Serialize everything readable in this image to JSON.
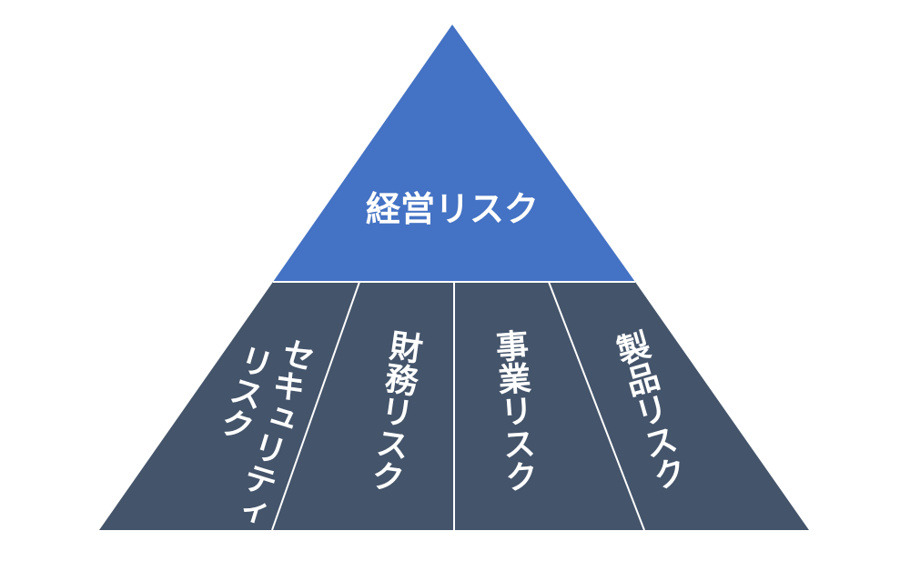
{
  "colors": {
    "apex": "#4472C4",
    "base": "#44546A",
    "divider": "#ffffff",
    "text": "#ffffff",
    "background": "#ffffff"
  },
  "pyramid": {
    "apex": {
      "label": "経営リスク"
    },
    "segments": [
      {
        "lines": [
          "セキュリティ",
          "リスク"
        ]
      },
      {
        "lines": [
          "財務リスク"
        ]
      },
      {
        "lines": [
          "事業リスク"
        ]
      },
      {
        "lines": [
          "製品リスク"
        ]
      }
    ]
  }
}
